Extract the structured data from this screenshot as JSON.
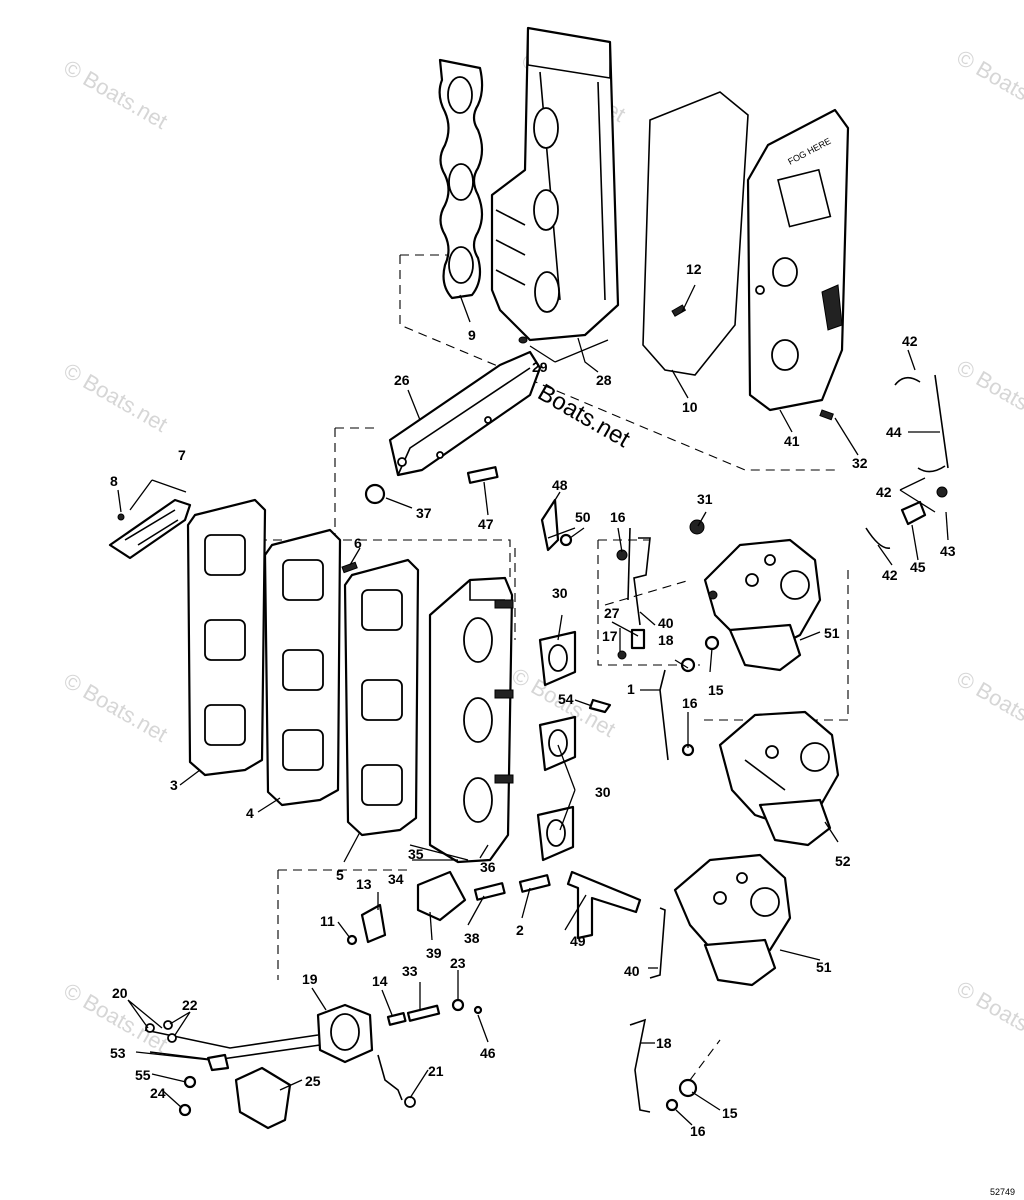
{
  "watermark": {
    "text": "© Boats.net",
    "center_text": "© Boats.net"
  },
  "diagram_number": "52749",
  "cover_label": "FOG HERE",
  "callouts": [
    {
      "id": "c1",
      "label": "1"
    },
    {
      "id": "c2",
      "label": "2"
    },
    {
      "id": "c3",
      "label": "3"
    },
    {
      "id": "c4",
      "label": "4"
    },
    {
      "id": "c5",
      "label": "5"
    },
    {
      "id": "c6",
      "label": "6"
    },
    {
      "id": "c7",
      "label": "7"
    },
    {
      "id": "c8",
      "label": "8"
    },
    {
      "id": "c9",
      "label": "9"
    },
    {
      "id": "c10",
      "label": "10"
    },
    {
      "id": "c11",
      "label": "11"
    },
    {
      "id": "c12",
      "label": "12"
    },
    {
      "id": "c13",
      "label": "13"
    },
    {
      "id": "c14",
      "label": "14"
    },
    {
      "id": "c15a",
      "label": "15"
    },
    {
      "id": "c15b",
      "label": "15"
    },
    {
      "id": "c16a",
      "label": "16"
    },
    {
      "id": "c16b",
      "label": "16"
    },
    {
      "id": "c16c",
      "label": "16"
    },
    {
      "id": "c17",
      "label": "17"
    },
    {
      "id": "c18a",
      "label": "18"
    },
    {
      "id": "c18b",
      "label": "18"
    },
    {
      "id": "c19",
      "label": "19"
    },
    {
      "id": "c20",
      "label": "20"
    },
    {
      "id": "c21",
      "label": "21"
    },
    {
      "id": "c22",
      "label": "22"
    },
    {
      "id": "c23",
      "label": "23"
    },
    {
      "id": "c24",
      "label": "24"
    },
    {
      "id": "c25",
      "label": "25"
    },
    {
      "id": "c26",
      "label": "26"
    },
    {
      "id": "c27",
      "label": "27"
    },
    {
      "id": "c28",
      "label": "28"
    },
    {
      "id": "c29",
      "label": "29"
    },
    {
      "id": "c30a",
      "label": "30"
    },
    {
      "id": "c30b",
      "label": "30"
    },
    {
      "id": "c31",
      "label": "31"
    },
    {
      "id": "c32",
      "label": "32"
    },
    {
      "id": "c33",
      "label": "33"
    },
    {
      "id": "c34",
      "label": "34"
    },
    {
      "id": "c35",
      "label": "35"
    },
    {
      "id": "c36",
      "label": "36"
    },
    {
      "id": "c37",
      "label": "37"
    },
    {
      "id": "c38",
      "label": "38"
    },
    {
      "id": "c39",
      "label": "39"
    },
    {
      "id": "c40a",
      "label": "40"
    },
    {
      "id": "c40b",
      "label": "40"
    },
    {
      "id": "c41",
      "label": "41"
    },
    {
      "id": "c42a",
      "label": "42"
    },
    {
      "id": "c42b",
      "label": "42"
    },
    {
      "id": "c42c",
      "label": "42"
    },
    {
      "id": "c43",
      "label": "43"
    },
    {
      "id": "c44",
      "label": "44"
    },
    {
      "id": "c45",
      "label": "45"
    },
    {
      "id": "c46",
      "label": "46"
    },
    {
      "id": "c47",
      "label": "47"
    },
    {
      "id": "c48",
      "label": "48"
    },
    {
      "id": "c49",
      "label": "49"
    },
    {
      "id": "c50",
      "label": "50"
    },
    {
      "id": "c51a",
      "label": "51"
    },
    {
      "id": "c51b",
      "label": "51"
    },
    {
      "id": "c52",
      "label": "52"
    },
    {
      "id": "c53",
      "label": "53"
    },
    {
      "id": "c54",
      "label": "54"
    },
    {
      "id": "c55",
      "label": "55"
    }
  ]
}
